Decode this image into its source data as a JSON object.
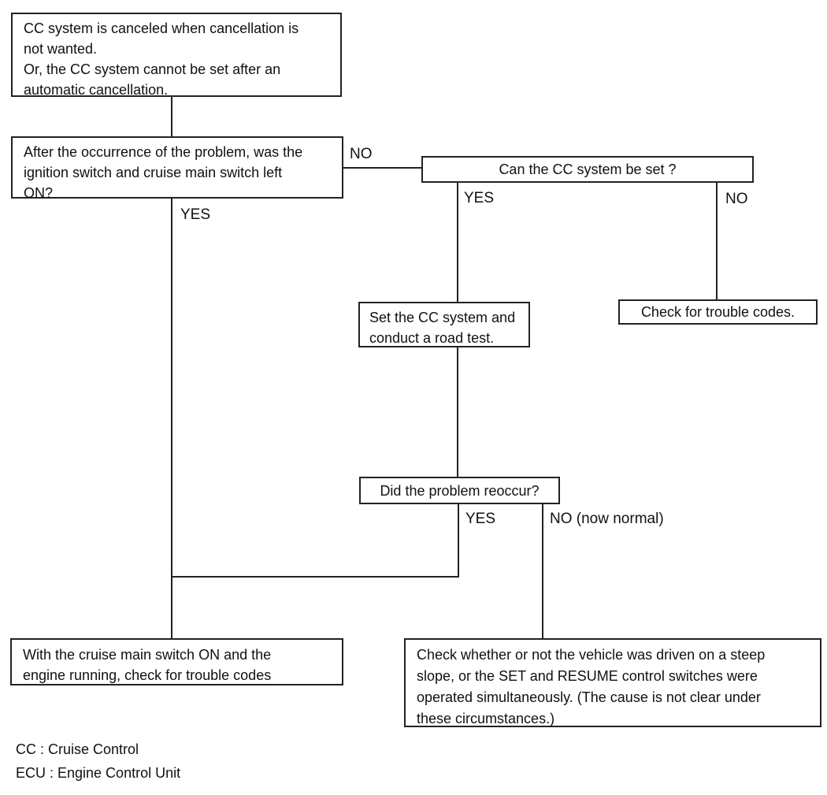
{
  "diagram": {
    "boxes": {
      "symptom": {
        "text": "CC system is canceled when cancellation is\nnot wanted.\nOr, the CC system cannot be set after an\nautomatic cancellation."
      },
      "ignition_question": {
        "text": "After the occurrence of the problem, was the\nignition switch and cruise main switch left\nON?"
      },
      "can_set_question": {
        "text": "Can the CC system be set ?"
      },
      "road_test": {
        "text": "Set the CC system and\nconduct a road test."
      },
      "check_trouble_codes": {
        "text": "Check for trouble codes."
      },
      "reoccur_question": {
        "text": "Did the problem reoccur?"
      },
      "check_codes_engine_running": {
        "text": "With the cruise main switch ON and the\nengine running, check for trouble codes"
      },
      "check_steep_slope": {
        "text": "Check whether or not the vehicle was driven on a steep\nslope, or the SET and RESUME control switches were\noperated simultaneously. (The cause is not clear under\nthese circumstances.)"
      }
    },
    "labels": {
      "ignition_no": "NO",
      "ignition_yes": "YES",
      "can_set_yes": "YES",
      "can_set_no": "NO",
      "reoccur_yes": "YES",
      "reoccur_no": "NO (now normal)"
    },
    "legend": {
      "line1": "CC : Cruise Control",
      "line2": "ECU : Engine Control Unit"
    },
    "colors": {
      "line": "#222222",
      "text": "#111111",
      "background": "#ffffff"
    }
  }
}
